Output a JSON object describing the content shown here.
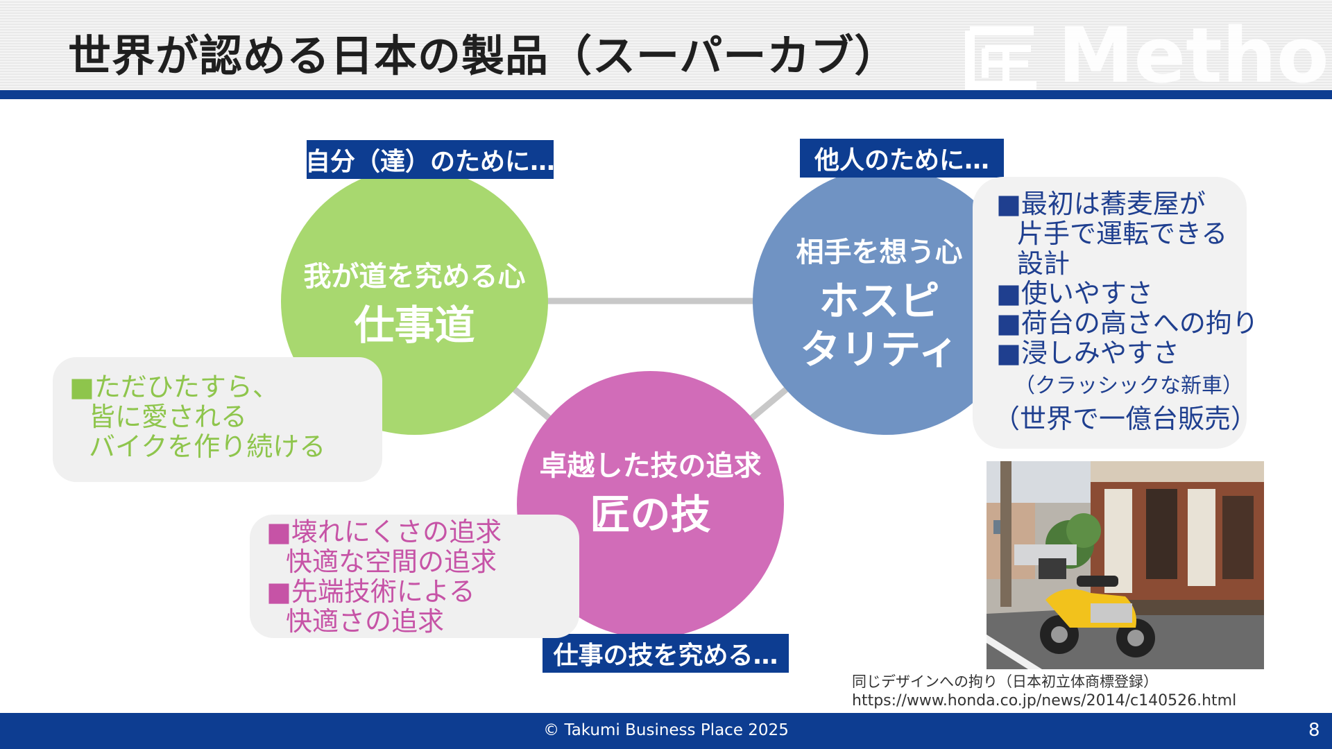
{
  "title": "世界が認める日本の製品（スーパーカブ）",
  "watermark": "Method",
  "colors": {
    "navy": "#0d3d91",
    "green": "#a8d86f",
    "blue": "#7093c3",
    "pink": "#d16cb8"
  },
  "tags": {
    "self": "自分（達）のために…",
    "other": "他人のために…",
    "work": "仕事の技を究める…"
  },
  "circles": {
    "green": {
      "sub": "我が道を究める心",
      "main": "仕事道"
    },
    "blue": {
      "sub": "相手を想う心",
      "main_line1": "ホスピ",
      "main_line2": "タリティ"
    },
    "pink": {
      "sub": "卓越した技の追求",
      "main": "匠の技"
    }
  },
  "green_box": {
    "line1": "■ただひたすら、",
    "line2": "皆に愛される",
    "line3": "バイクを作り続ける"
  },
  "pink_box": {
    "line1": "■壊れにくさの追求",
    "line2": "快適な空間の追求",
    "line3": "■先端技術による",
    "line4": "快適さの追求"
  },
  "blue_box": {
    "line1": "■最初は蕎麦屋が",
    "line2": "片手で運転できる",
    "line3": "設計",
    "line4": "■使いやすさ",
    "line5": "■荷台の高さへの拘り",
    "line6": "■浸しみやすさ",
    "line7": "（クラッシックな新車）",
    "line8": "（世界で一億台販売）"
  },
  "caption": {
    "line1": "同じデザインへの拘り（日本初立体商標登録）",
    "line2": "https://www.honda.co.jp/news/2014/c140526.html"
  },
  "footer": {
    "copyright": "© Takumi Business Place 2025",
    "page": "8"
  }
}
